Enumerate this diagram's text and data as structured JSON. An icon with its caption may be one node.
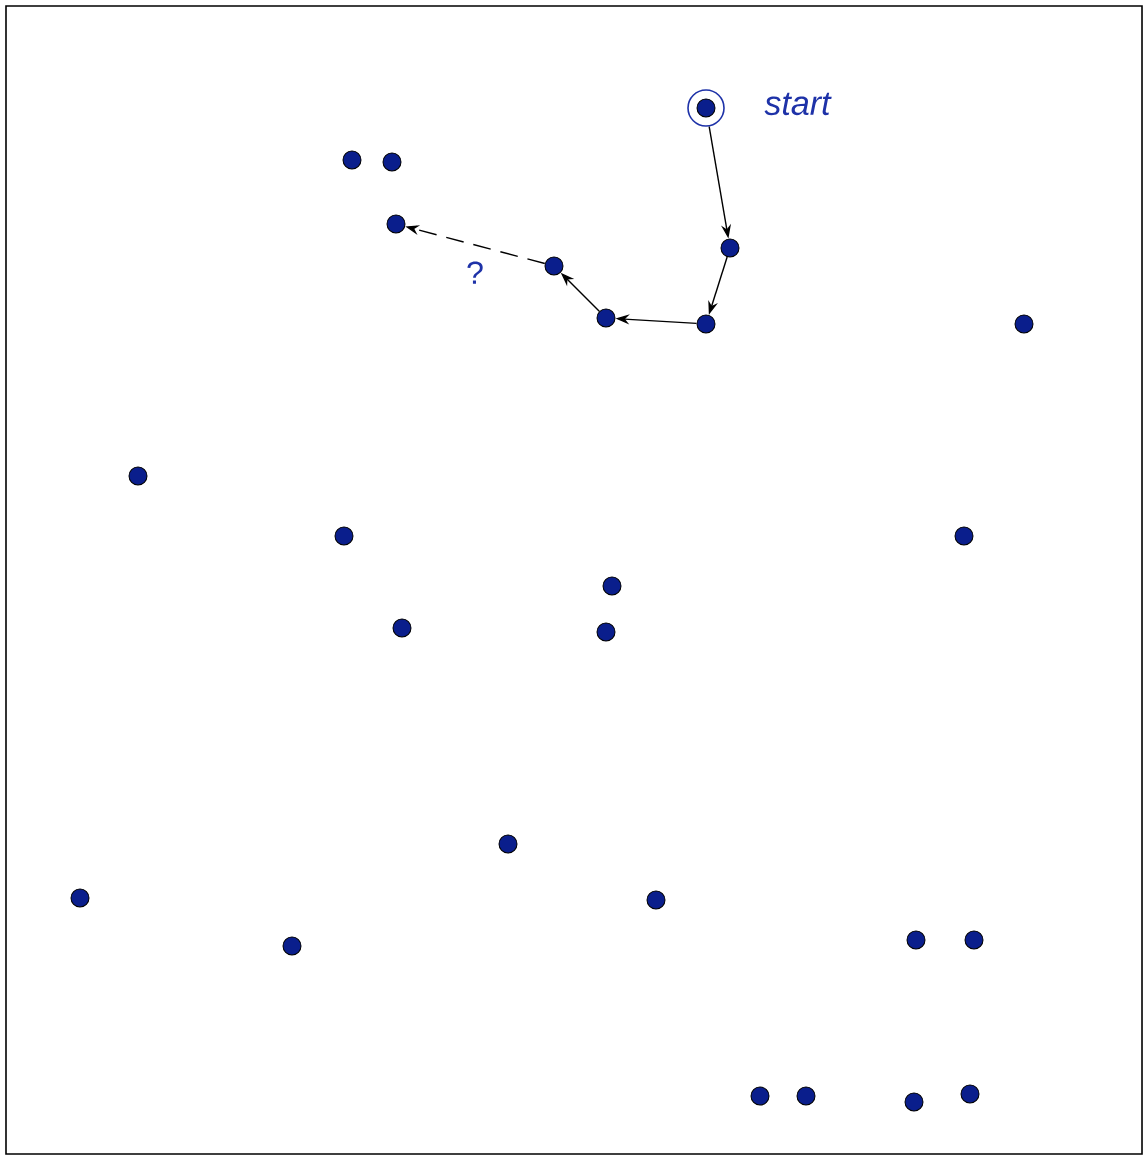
{
  "diagram": {
    "nodes": [
      {
        "text": [],
        "shape": "ring",
        "beside": [
          "start"
        ]
      },
      {
        "text": [],
        "shape": "circle"
      },
      {
        "text": [],
        "shape": "circle"
      },
      {
        "text": [],
        "shape": "circle"
      },
      {
        "text": [],
        "shape": "circle"
      },
      {
        "text": [],
        "shape": "circle"
      },
      {
        "text": [],
        "shape": "circle"
      },
      {
        "text": [],
        "shape": "circle"
      },
      {
        "text": [],
        "shape": "circle"
      },
      {
        "text": [],
        "shape": "circle"
      },
      {
        "text": [],
        "shape": "circle"
      },
      {
        "text": [],
        "shape": "circle"
      },
      {
        "text": [],
        "shape": "circle"
      },
      {
        "text": [],
        "shape": "circle"
      },
      {
        "text": [],
        "shape": "circle"
      },
      {
        "text": [],
        "shape": "circle"
      },
      {
        "text": [],
        "shape": "circle"
      },
      {
        "text": [],
        "shape": "circle"
      },
      {
        "text": [],
        "shape": "circle"
      },
      {
        "text": [],
        "shape": "circle"
      },
      {
        "text": [],
        "shape": "circle"
      },
      {
        "text": [],
        "shape": "circle"
      },
      {
        "text": [],
        "shape": "circle"
      },
      {
        "text": [],
        "shape": "circle"
      },
      {
        "text": [],
        "shape": "circle"
      }
    ],
    "edges": [
      {
        "from": 0,
        "to": 4,
        "arrow": "to"
      },
      {
        "from": 4,
        "to": 7,
        "arrow": "to"
      },
      {
        "from": 7,
        "to": 6,
        "arrow": "to"
      },
      {
        "from": 6,
        "to": 5,
        "arrow": "to"
      },
      {
        "from": 5,
        "to": 3,
        "arrow": "to",
        "style": "dashed",
        "label": "?"
      }
    ]
  }
}
